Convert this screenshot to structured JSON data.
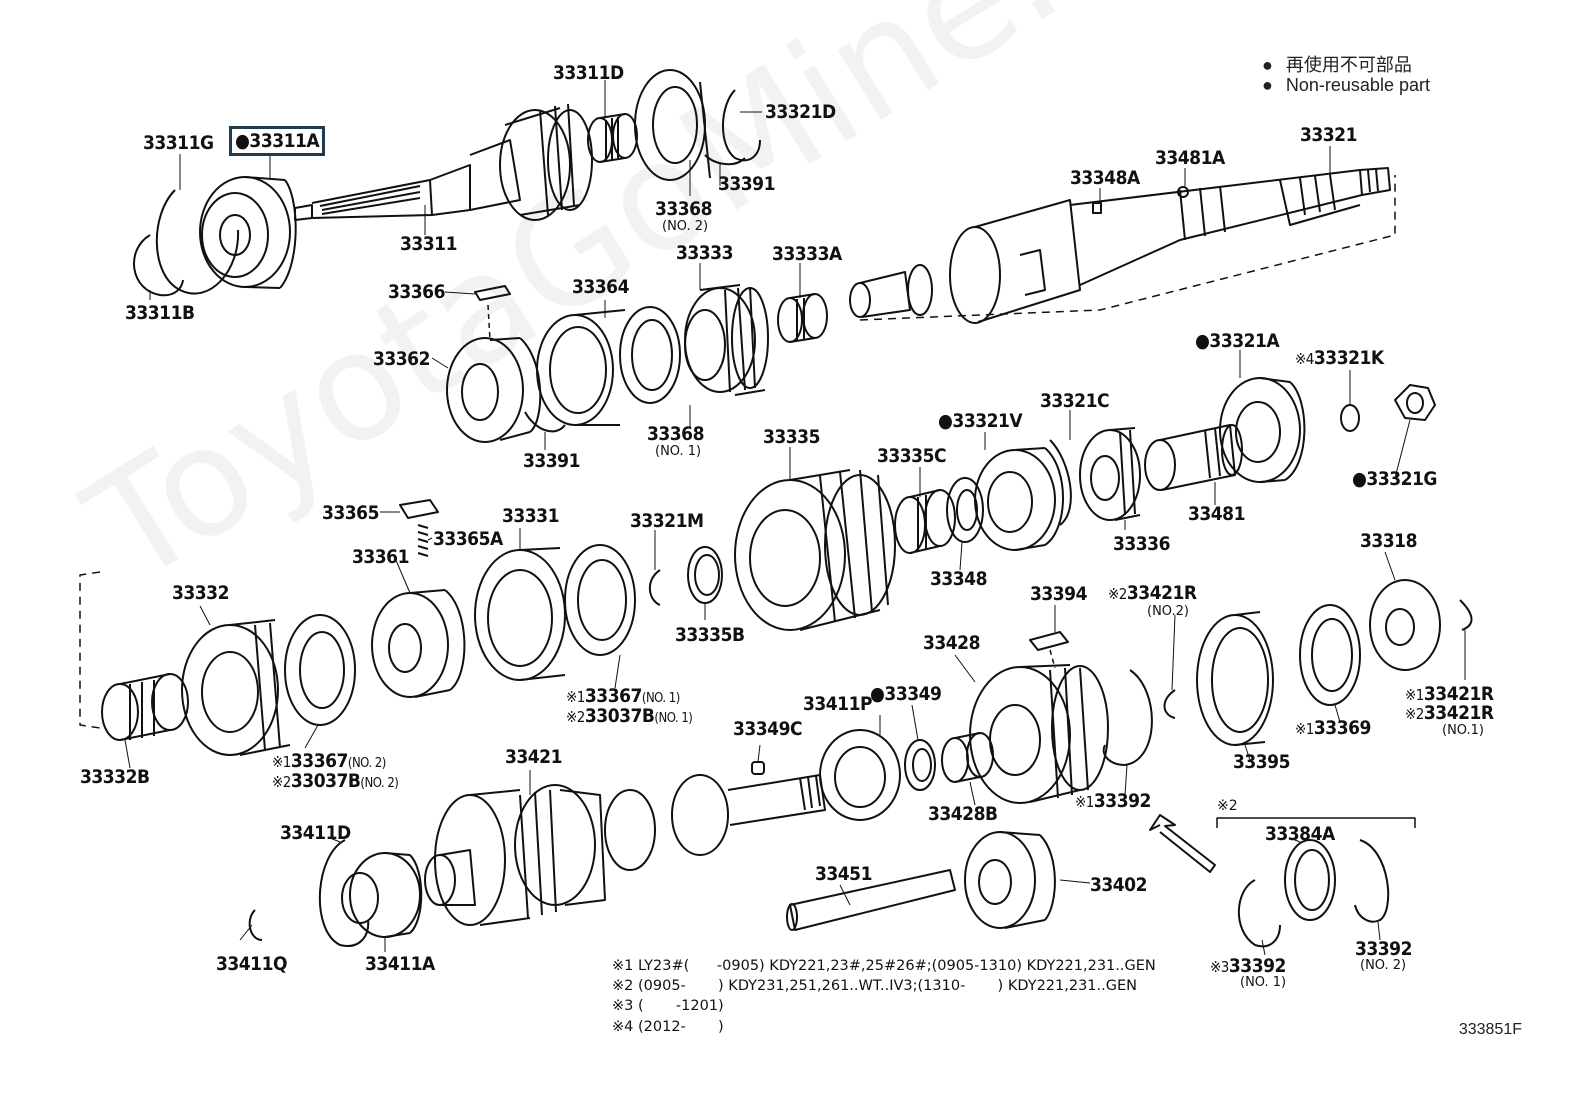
{
  "legend": {
    "line_jp": "再使用不可部品",
    "line_en": "Non-reusable part"
  },
  "watermark": "ToyotaGoMine.ru",
  "diagram_code": "333851F",
  "highlighted_part": "33311A",
  "parts": [
    {
      "id": "p33311D",
      "text": "33311D"
    },
    {
      "id": "p33321D",
      "text": "33321D"
    },
    {
      "id": "p33311G",
      "text": "33311G"
    },
    {
      "id": "p33311A",
      "text": "33311A",
      "non_reusable": true,
      "highlighted": true
    },
    {
      "id": "p33391a",
      "text": "33391"
    },
    {
      "id": "p33368n2",
      "text": "33368",
      "sub": "(NO. 2)"
    },
    {
      "id": "p33311",
      "text": "33311"
    },
    {
      "id": "p33311B",
      "text": "33311B"
    },
    {
      "id": "p33348A",
      "text": "33348A"
    },
    {
      "id": "p33481A",
      "text": "33481A"
    },
    {
      "id": "p33321",
      "text": "33321"
    },
    {
      "id": "p33333",
      "text": "33333"
    },
    {
      "id": "p33333A",
      "text": "33333A"
    },
    {
      "id": "p33364",
      "text": "33364"
    },
    {
      "id": "p33366",
      "text": "33366"
    },
    {
      "id": "p33362",
      "text": "33362"
    },
    {
      "id": "p33368n1",
      "text": "33368",
      "sub": "(NO. 1)"
    },
    {
      "id": "p33391b",
      "text": "33391"
    },
    {
      "id": "p33321A",
      "text": "33321A",
      "non_reusable": true
    },
    {
      "id": "p33321K",
      "text": "33321K",
      "prefix": "※4"
    },
    {
      "id": "p33321C",
      "text": "33321C"
    },
    {
      "id": "p33321V",
      "text": "33321V",
      "non_reusable": true
    },
    {
      "id": "p33335",
      "text": "33335"
    },
    {
      "id": "p33335C",
      "text": "33335C"
    },
    {
      "id": "p33321G",
      "text": "33321G",
      "non_reusable": true
    },
    {
      "id": "p33481",
      "text": "33481"
    },
    {
      "id": "p33336",
      "text": "33336"
    },
    {
      "id": "p33365",
      "text": "33365"
    },
    {
      "id": "p33331",
      "text": "33331"
    },
    {
      "id": "p33321M",
      "text": "33321M"
    },
    {
      "id": "p33365A",
      "text": "33365A"
    },
    {
      "id": "p33361",
      "text": "33361"
    },
    {
      "id": "p33348",
      "text": "33348"
    },
    {
      "id": "p33318",
      "text": "33318"
    },
    {
      "id": "p33394",
      "text": "33394"
    },
    {
      "id": "p33421Rn2",
      "text": "33421R",
      "prefix": "※2",
      "sub": "(NO.2)"
    },
    {
      "id": "p33332",
      "text": "33332"
    },
    {
      "id": "p33335B",
      "text": "33335B"
    },
    {
      "id": "p33428",
      "text": "33428"
    },
    {
      "id": "p33367n1",
      "text": "33367",
      "prefix": "※1",
      "sub": "(NO. 1)"
    },
    {
      "id": "p33037Bn1",
      "text": "33037B",
      "prefix": "※2",
      "sub": "(NO. 1)"
    },
    {
      "id": "p33411P",
      "text": "33411P"
    },
    {
      "id": "p33349",
      "text": "33349",
      "non_reusable": true
    },
    {
      "id": "p33421R1",
      "text": "33421R",
      "prefix": "※1"
    },
    {
      "id": "p33421R2",
      "text": "33421R",
      "prefix": "※2",
      "sub": "(NO.1)"
    },
    {
      "id": "p33369",
      "text": "33369",
      "prefix": "※1"
    },
    {
      "id": "p33349C",
      "text": "33349C"
    },
    {
      "id": "p33367n2",
      "text": "33367",
      "prefix": "※1",
      "sub": "(NO. 2)"
    },
    {
      "id": "p33037Bn2",
      "text": "33037B",
      "prefix": "※2",
      "sub": "(NO. 2)"
    },
    {
      "id": "p33332B",
      "text": "33332B"
    },
    {
      "id": "p33421",
      "text": "33421"
    },
    {
      "id": "p33395",
      "text": "33395"
    },
    {
      "id": "p33428B",
      "text": "33428B"
    },
    {
      "id": "p33392a",
      "text": "33392",
      "prefix": "※1"
    },
    {
      "id": "p33411D",
      "text": "33411D"
    },
    {
      "id": "p33384A",
      "text": "33384A"
    },
    {
      "id": "p33451",
      "text": "33451"
    },
    {
      "id": "p33402",
      "text": "33402"
    },
    {
      "id": "p33411Q",
      "text": "33411Q"
    },
    {
      "id": "p33411A",
      "text": "33411A"
    },
    {
      "id": "p33392n1",
      "text": "33392",
      "prefix": "※3",
      "sub": "(NO. 1)"
    },
    {
      "id": "p33392n2",
      "text": "33392",
      "sub": "(NO. 2)"
    }
  ],
  "group_marker": "※2",
  "notes": [
    {
      "key": "※1",
      "text": "LY23#(      -0905) KDY221,23#,25#26#;(0905-1310) KDY221,231..GEN"
    },
    {
      "key": "※2",
      "text": "(0905-       ) KDY231,251,261..WT..IV3;(1310-       ) KDY221,231..GEN"
    },
    {
      "key": "※3",
      "text": "(       -1201)"
    },
    {
      "key": "※4",
      "text": "(2012-       )"
    }
  ]
}
